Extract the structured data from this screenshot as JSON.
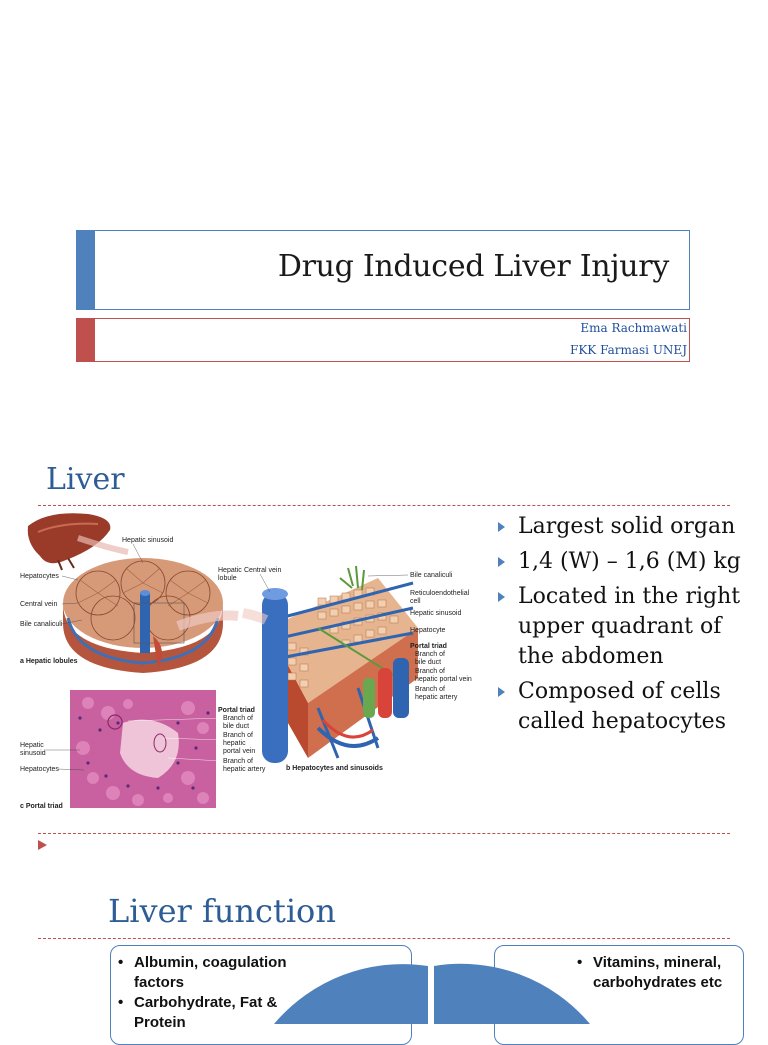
{
  "slide1": {
    "title": "Drug Induced Liver Injury",
    "author": "Ema Rachmawati",
    "affiliation": "FKK Farmasi UNEJ",
    "colors": {
      "primary": "#4f81bd",
      "accent": "#c0504d"
    }
  },
  "slide2": {
    "heading": "Liver",
    "bullets": [
      "Largest solid organ",
      "1,4 (W) – 1,6 (M) kg",
      "Located in the right upper quadrant of the abdomen",
      "Composed of cells called hepatocytes"
    ],
    "figure_labels": {
      "hepatic_sinusoid": "Hepatic sinusoid",
      "hepatocytes": "Hepatocytes",
      "hepatic_lobule_1": "Hepatic",
      "hepatic_lobule_2": "lobule",
      "central_vein_a": "Central vein",
      "bile_canaliculi_a": "Bile canaliculi",
      "panel_a": "a Hepatic lobules",
      "central_vein_b": "Central vein",
      "bile_canaliculi_b": "Bile canaliculi",
      "reticulo_1": "Reticuloendothelial",
      "reticulo_2": "cell",
      "hepatic_sinusoid_b": "Hepatic sinusoid",
      "hepatocyte_b": "Hepatocyte",
      "portal_triad_b": "Portal triad",
      "branch_bile_1": "Branch of",
      "branch_bile_2": "bile duct",
      "branch_portal_1": "Branch of",
      "branch_portal_2": "hepatic portal vein",
      "branch_artery_1": "Branch of",
      "branch_artery_2": "hepatic artery",
      "panel_b": "b Hepatocytes and sinusoids",
      "portal_triad_c": "Portal triad",
      "c_branch_bile_1": "Branch of",
      "c_branch_bile_2": "bile duct",
      "c_branch_portal_1": "Branch of",
      "c_branch_portal_2": "hepatic",
      "c_branch_portal_3": "portal vein",
      "c_branch_artery_1": "Branch of",
      "c_branch_artery_2": "hepatic artery",
      "c_hepatic_1": "Hepatic",
      "c_hepatic_2": "sinusoid",
      "c_hepatocytes": "Hepatocytes",
      "panel_c": "c Portal triad"
    }
  },
  "slide3": {
    "heading": "Liver function",
    "left_items": [
      "Albumin, coagulation factors",
      "Carbohydrate, Fat & Protein"
    ],
    "right_items": [
      "Vitamins,  mineral, carbohydrates etc"
    ],
    "bullet_char": "•"
  }
}
